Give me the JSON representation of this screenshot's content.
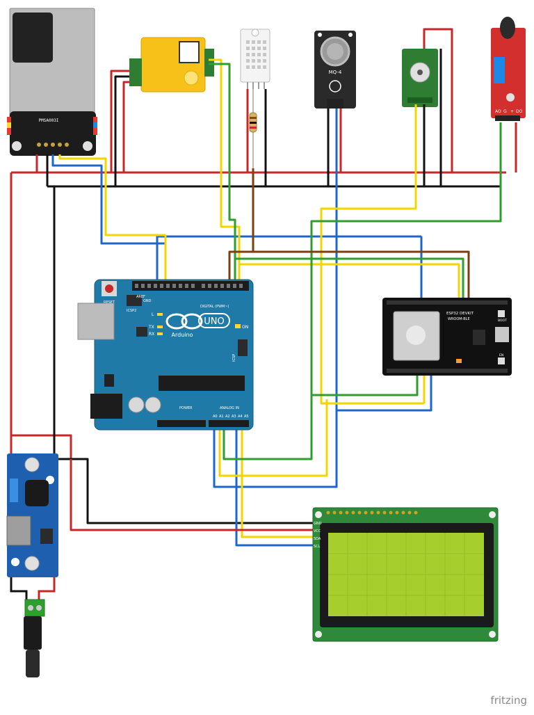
{
  "diagram": {
    "brand": "fritzing",
    "pms": {
      "name": "PMSA003I"
    },
    "arduino": {
      "reset": "RESET",
      "icsp": "ICSP2",
      "icsp_main": "ICSP",
      "uno": "UNO",
      "arduino": "Arduino",
      "digital": "DIGITAL (PWM~)",
      "power": "POWER",
      "analog": "ANALOG IN",
      "on": "ON",
      "l": "L",
      "tx": "TX",
      "rx": "RX",
      "aref": "AREF",
      "gnd": "GND",
      "analog_pins": [
        "A0",
        "A1",
        "A2",
        "A3",
        "A4",
        "A5"
      ]
    },
    "esp32": {
      "title": "ESP32 DEVKIT",
      "subtitle": "WROOM-BLE",
      "boot": "BOOT",
      "en": "EN"
    },
    "mq": {
      "name": "MQ-4"
    },
    "flame": {
      "pins": [
        "AO",
        "G",
        "+",
        "DO"
      ]
    },
    "lcd": {
      "pins": [
        "GND",
        "VCC",
        "SDA",
        "SCL"
      ]
    }
  }
}
